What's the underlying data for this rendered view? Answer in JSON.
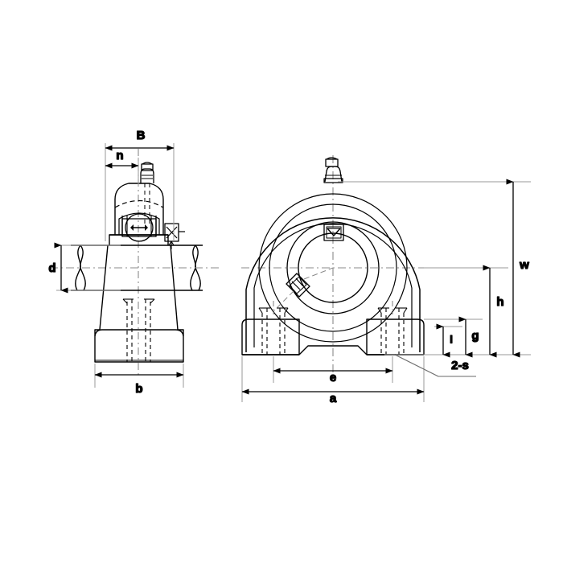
{
  "drawing": {
    "title": "Pillow block bearing unit dimensional drawing",
    "type": "engineering-drawing",
    "background_color": "#ffffff",
    "line_color": "#000000",
    "center_line_color": "#808080",
    "views": [
      {
        "name": "side-view",
        "description": "Side elevation showing shaft, housing and tapped base"
      },
      {
        "name": "front-view",
        "description": "Front elevation showing circular bearing bore, housing rings and two feet"
      }
    ],
    "dimension_labels": {
      "B": "B",
      "n": "n",
      "d": "d",
      "b": "b",
      "a": "a",
      "e": "e",
      "g": "g",
      "h": "h",
      "l": "l",
      "w": "w",
      "s": "2-s"
    }
  }
}
